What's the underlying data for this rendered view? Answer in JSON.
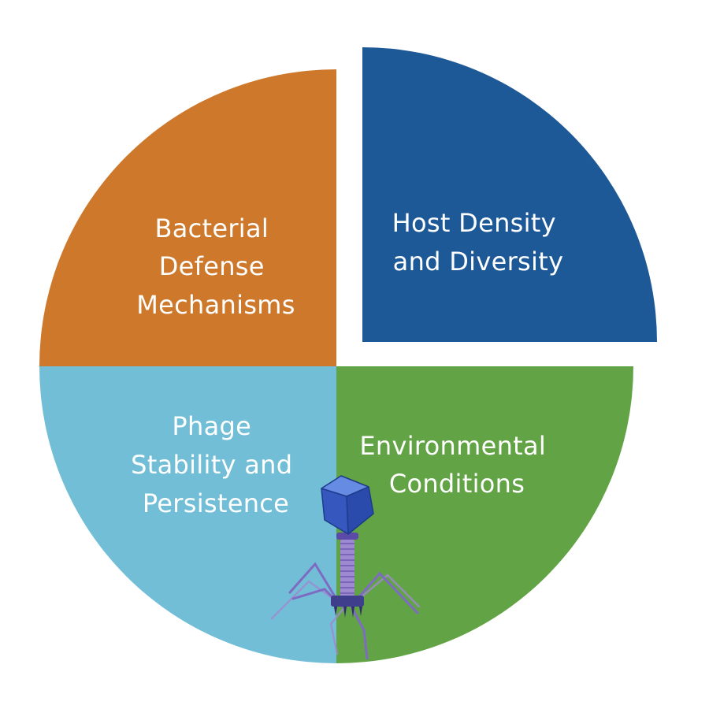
{
  "quadrants": {
    "host": {
      "lines": [
        "Host Density",
        "and Diversity"
      ],
      "color": "#1D5897"
    },
    "defense": {
      "lines": [
        "Bacterial",
        "Defense",
        "Mechanisms"
      ],
      "color": "#CD782B"
    },
    "stability": {
      "lines": [
        "Phage",
        "Stability and",
        "Persistence"
      ],
      "color": "#72BED7"
    },
    "environment": {
      "lines": [
        "Environmental",
        "Conditions"
      ],
      "color": "#62A345"
    }
  },
  "label_color": "#FFFFFF",
  "illustration": {
    "icon": "bacteriophage-icon",
    "head_color": "#3A62C9",
    "tail_color": "#9E8AD0",
    "leg_color": "#7E6BC2"
  }
}
